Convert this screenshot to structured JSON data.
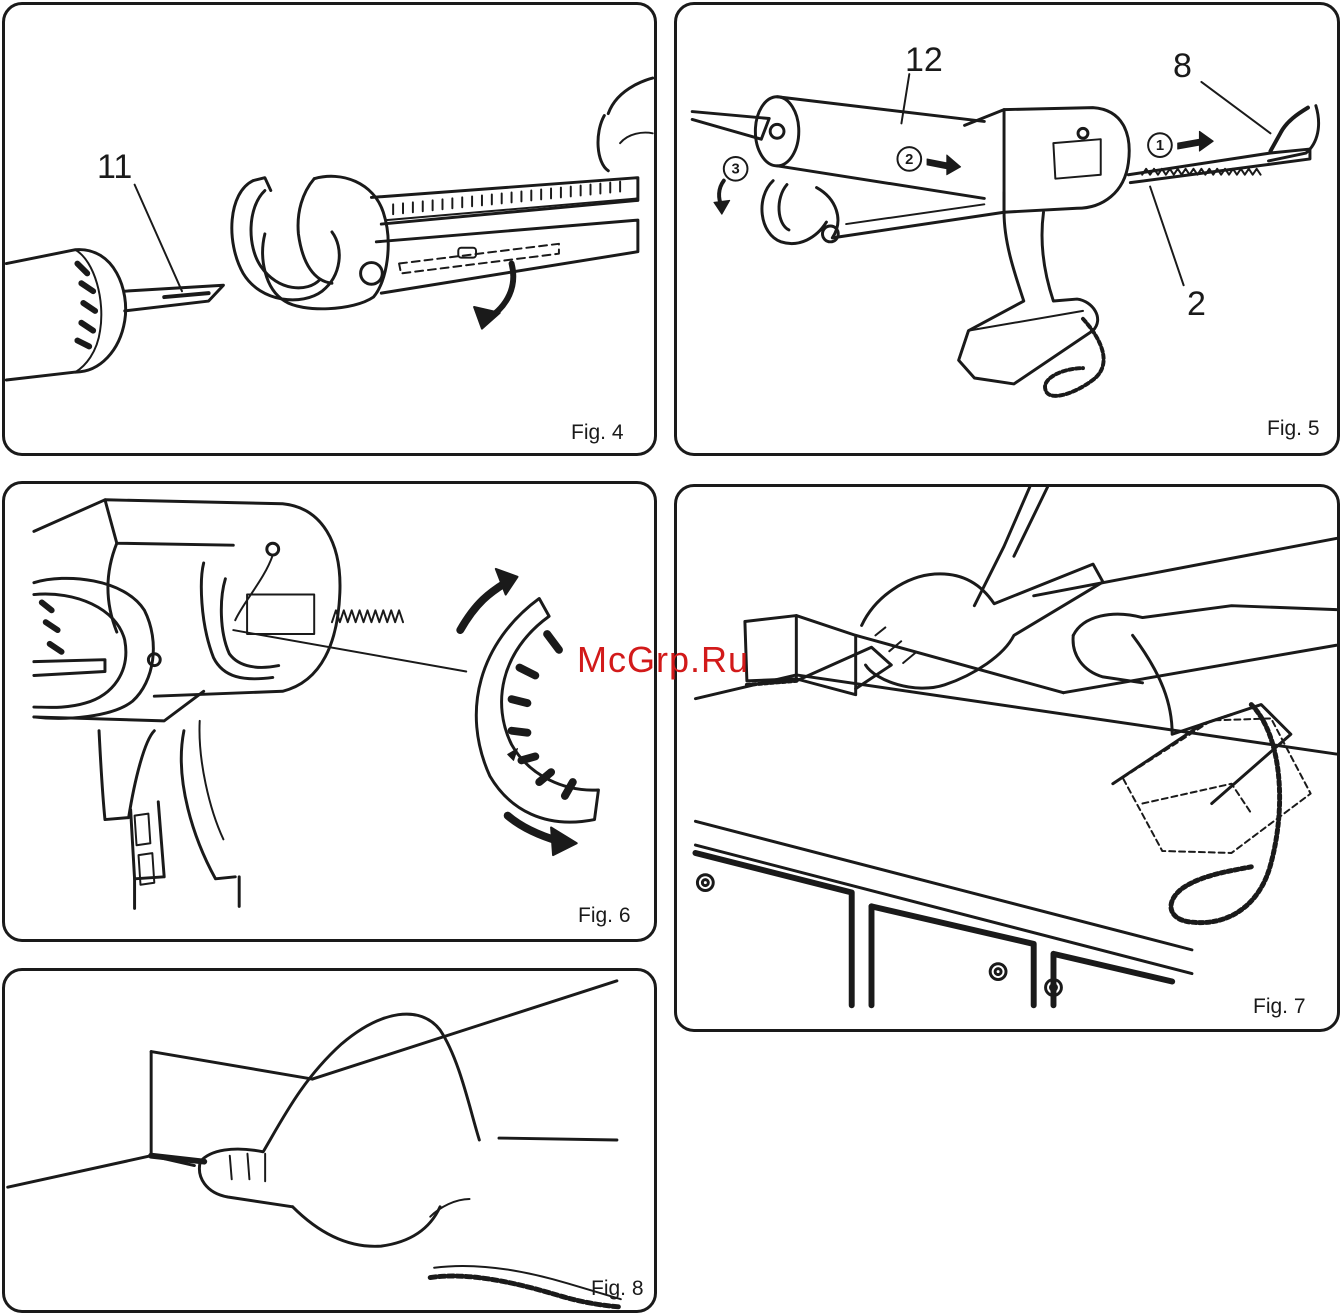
{
  "figures": {
    "fig4": {
      "label": "Fig. 4",
      "callouts": [
        "11"
      ]
    },
    "fig5": {
      "label": "Fig. 5",
      "callouts": [
        "12",
        "8",
        "2"
      ],
      "steps": [
        "1",
        "2",
        "3"
      ]
    },
    "fig6": {
      "label": "Fig. 6"
    },
    "fig7": {
      "label": "Fig. 7"
    },
    "fig8": {
      "label": "Fig. 8"
    }
  },
  "watermark": "McGrp.Ru",
  "colors": {
    "line": "#1a1a1a",
    "watermark": "#d21a1a",
    "background": "#ffffff"
  }
}
